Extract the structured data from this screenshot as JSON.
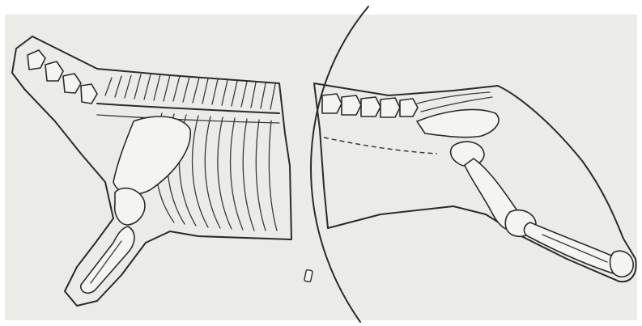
{
  "figure": {
    "background": "#ffffff",
    "paper": "#ebebe8",
    "ink": "#2b2b2b",
    "parts": [
      "forequarter",
      "hindquarter",
      "cutting-line",
      "small-marker"
    ]
  }
}
